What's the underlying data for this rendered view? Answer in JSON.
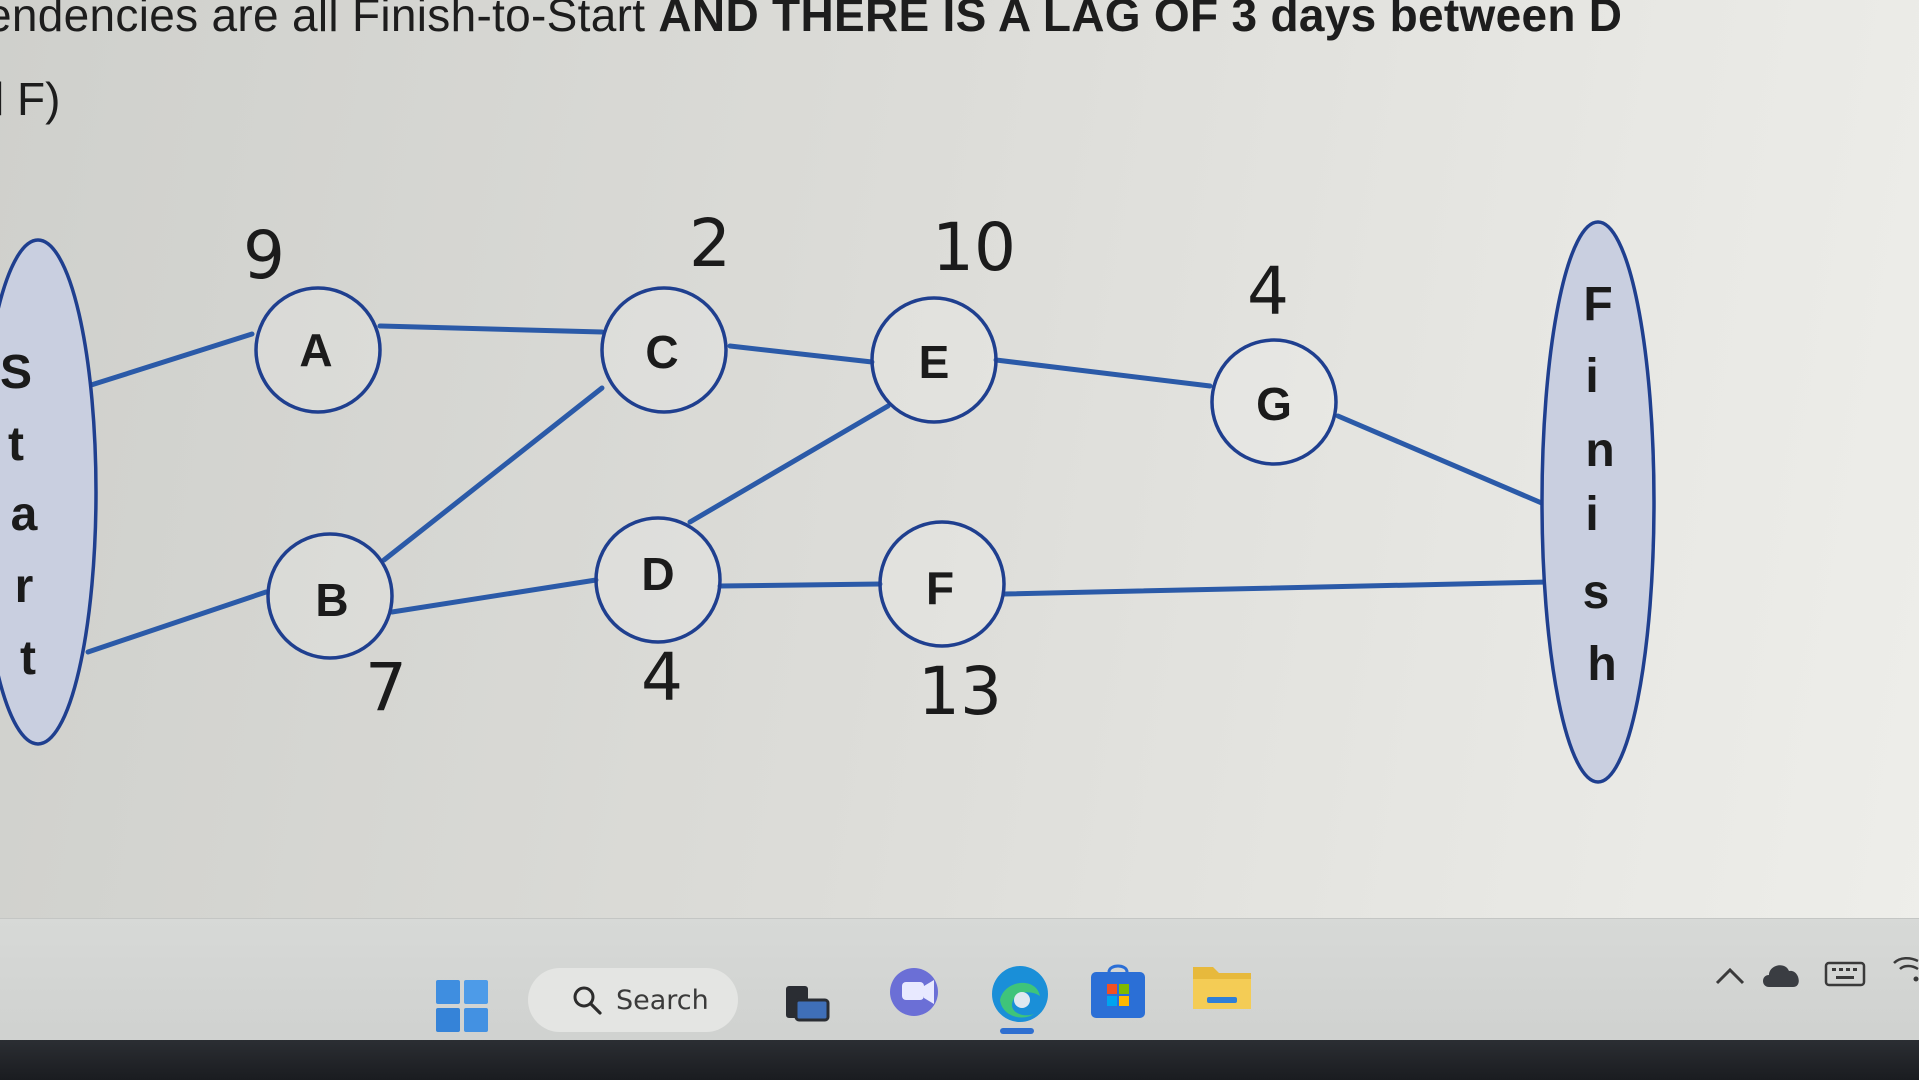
{
  "document": {
    "line1_regular": "endencies are all Finish-to-Start ",
    "line1_bold": "AND THERE IS A LAG OF 3 days between D",
    "line2": "l F)"
  },
  "diagram": {
    "start_letters": [
      "S",
      "t",
      "a",
      "r",
      "t"
    ],
    "finish_letters": [
      "F",
      "i",
      "n",
      "i",
      "s",
      "h"
    ],
    "nodes": [
      {
        "id": "A",
        "duration": "9"
      },
      {
        "id": "B",
        "duration": "7"
      },
      {
        "id": "C",
        "duration": "2"
      },
      {
        "id": "D",
        "duration": "4"
      },
      {
        "id": "E",
        "duration": "10"
      },
      {
        "id": "F",
        "duration": "13"
      },
      {
        "id": "G",
        "duration": "4"
      }
    ],
    "edges": [
      [
        "Start",
        "A"
      ],
      [
        "Start",
        "B"
      ],
      [
        "A",
        "C"
      ],
      [
        "B",
        "C"
      ],
      [
        "B",
        "D"
      ],
      [
        "C",
        "E"
      ],
      [
        "D",
        "E"
      ],
      [
        "D",
        "F"
      ],
      [
        "E",
        "G"
      ],
      [
        "G",
        "Finish"
      ],
      [
        "F",
        "Finish"
      ]
    ],
    "edge_color": "#2b5aa8",
    "node_stroke_color": "#1f3f8f"
  },
  "taskbar": {
    "start_icon": "windows-logo-icon",
    "search_icon": "search-icon",
    "search_label": "Search",
    "apps": [
      {
        "name": "task-view-icon"
      },
      {
        "name": "chat-icon"
      },
      {
        "name": "edge-browser-icon"
      },
      {
        "name": "store-icon"
      },
      {
        "name": "file-explorer-icon"
      }
    ],
    "tray": [
      {
        "name": "chevron-up-icon"
      },
      {
        "name": "onedrive-cloud-icon"
      },
      {
        "name": "keyboard-icon"
      },
      {
        "name": "wifi-icon"
      }
    ]
  }
}
